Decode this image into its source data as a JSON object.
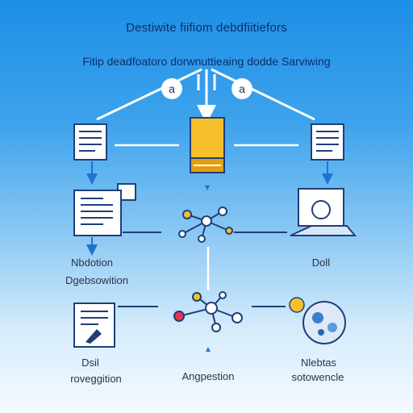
{
  "title": "Destiwite fiifiom debdfiitiefors",
  "subtitle": "Fitip deadfoatoro dorwnuttieaing dodde Sarviwing",
  "badges": [
    "a",
    "a"
  ],
  "labels": {
    "left_mid_1": "Nbdotion",
    "left_mid_2": "Dgebsowition",
    "right_mid": "Doll",
    "bottom_left_1": "Dsil",
    "bottom_left_2": "roveggition",
    "bottom_center": "Angpestion",
    "bottom_right_1": "Nlebtas",
    "bottom_right_2": "sotowencle"
  },
  "colors": {
    "accent_blue": "#1b75d0",
    "node_yellow": "#f4b400",
    "node_red": "#e8344e",
    "node_dark": "#1f3f7a"
  }
}
